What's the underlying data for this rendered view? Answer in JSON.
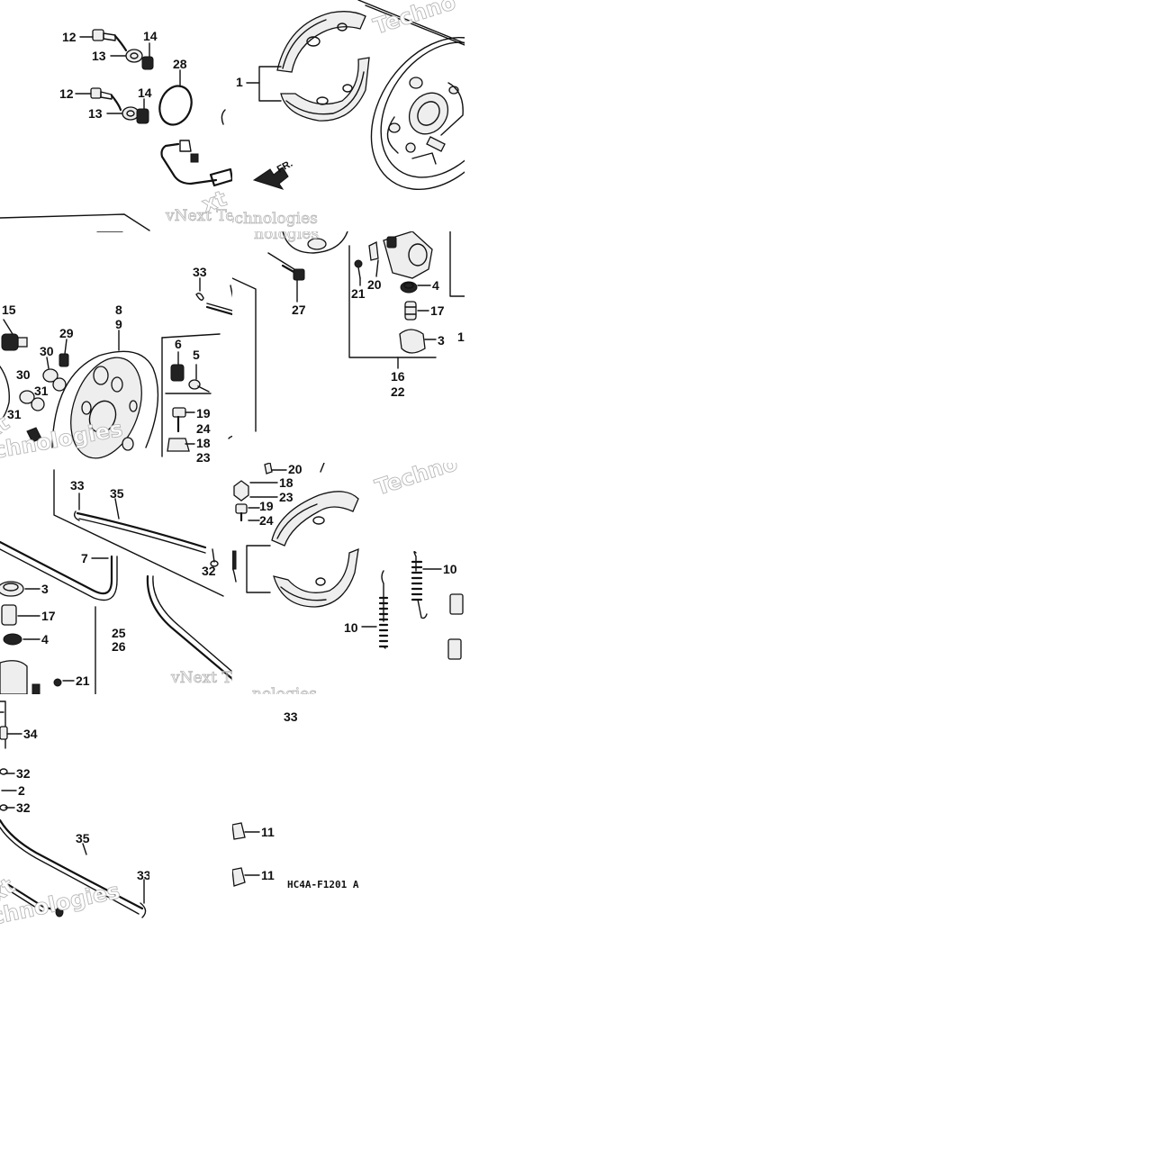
{
  "diagram": {
    "code": "HC4A-F1201 A",
    "front_marker": "FR.",
    "watermarks": {
      "serif": "vNext Technologies",
      "serif_partial": "vNext Te",
      "bold": "Technologies",
      "bold_partial": "Techno",
      "bold_partial_2": "chnologies",
      "small": "nologies",
      "ext": "xt"
    },
    "labels": {
      "t1": [
        "12",
        "13",
        "14",
        "28",
        "12",
        "13",
        "14",
        "1"
      ],
      "t2": [
        "33",
        "15",
        "29",
        "30",
        "30",
        "31",
        "31",
        "8",
        "9",
        "6",
        "5",
        "19",
        "24",
        "18",
        "23"
      ],
      "t3": [
        "21",
        "20",
        "4",
        "27",
        "17",
        "3",
        "16",
        "22",
        "1"
      ],
      "t4": [
        "33",
        "35",
        "7",
        "3",
        "17",
        "4",
        "25",
        "26",
        "21",
        "32"
      ],
      "t5": [
        "20",
        "18",
        "23",
        "19",
        "24",
        "10",
        "10"
      ],
      "t6": [
        "33",
        "34",
        "32",
        "2",
        "32",
        "35",
        "33"
      ],
      "t7": [
        "11",
        "11"
      ]
    }
  }
}
